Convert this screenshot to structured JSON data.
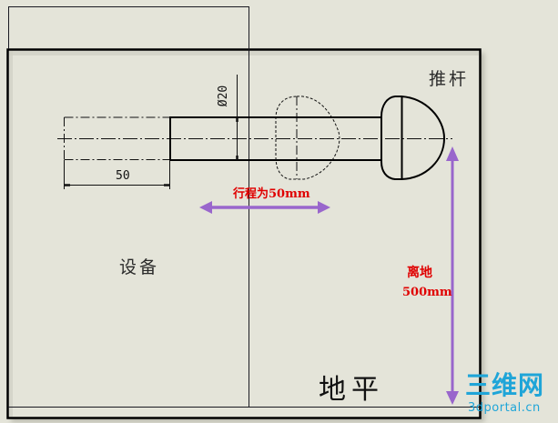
{
  "labels": {
    "push_rod": "推杆",
    "equipment": "设备",
    "ground_level": "地平",
    "stroke": "行程为50mm",
    "height_line1": "离地",
    "height_line2": "500mm",
    "dim_length": "50",
    "dim_diameter": "Ø20"
  },
  "watermark": {
    "title": "三维网",
    "url": "3dportal.cn"
  },
  "colors": {
    "background": "#e4e4d9",
    "line": "#000000",
    "arrow": "#9966cc",
    "annotation_red": "#e00000",
    "watermark": "#1fa5d8"
  },
  "dimensions": {
    "stroke_mm": 50,
    "height_from_ground_mm": 500,
    "rod_diameter_mm": 20
  }
}
